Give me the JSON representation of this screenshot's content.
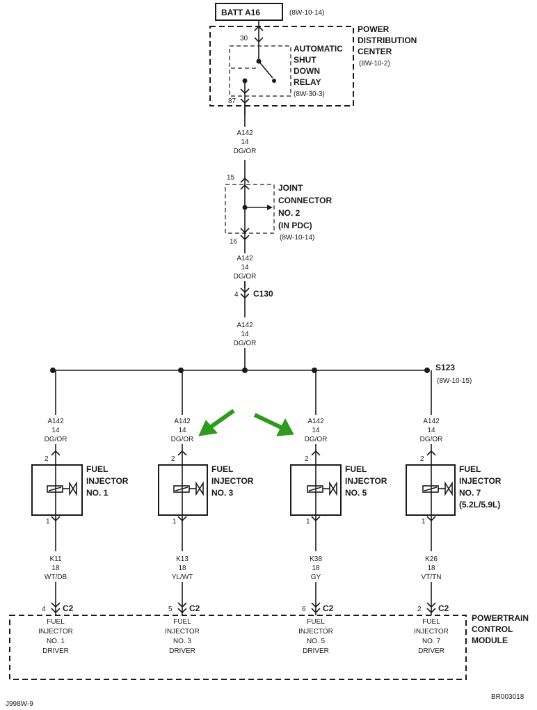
{
  "top": {
    "batt_label": "BATT A16",
    "batt_ref": "(8W-10-14)",
    "pdc_title": [
      "POWER",
      "DISTRIBUTION",
      "CENTER"
    ],
    "pdc_ref": "(8W-10-2)",
    "relay_title": [
      "AUTOMATIC",
      "SHUT",
      "DOWN",
      "RELAY"
    ],
    "relay_ref": "(8W-30-3)",
    "pin_in": "30",
    "pin_out": "87"
  },
  "wire_main": {
    "circuit": "A142",
    "gauge": "14",
    "color": "DG/OR"
  },
  "joint": {
    "title": [
      "JOINT",
      "CONNECTOR",
      "NO. 2",
      "(IN PDC)"
    ],
    "ref": "(8W-10-14)",
    "pin_in": "15",
    "pin_out": "16"
  },
  "c130": {
    "pin": "4",
    "label": "C130"
  },
  "splice": {
    "label": "S123",
    "ref": "(8W-10-15)"
  },
  "injectors": [
    {
      "title": [
        "FUEL",
        "INJECTOR",
        "NO. 1"
      ],
      "pin_top": "2",
      "pin_bottom": "1",
      "out_wire": {
        "circuit": "K11",
        "gauge": "18",
        "color": "WT/DB"
      },
      "c2_pin": "4",
      "c2": "C2",
      "driver": [
        "FUEL",
        "INJECTOR",
        "NO. 1",
        "DRIVER"
      ]
    },
    {
      "title": [
        "FUEL",
        "INJECTOR",
        "NO. 3"
      ],
      "pin_top": "2",
      "pin_bottom": "1",
      "out_wire": {
        "circuit": "K13",
        "gauge": "18",
        "color": "YL/WT"
      },
      "c2_pin": "5",
      "c2": "C2",
      "driver": [
        "FUEL",
        "INJECTOR",
        "NO. 3",
        "DRIVER"
      ]
    },
    {
      "title": [
        "FUEL",
        "INJECTOR",
        "NO. 5"
      ],
      "pin_top": "2",
      "pin_bottom": "1",
      "out_wire": {
        "circuit": "K38",
        "gauge": "18",
        "color": "GY"
      },
      "c2_pin": "6",
      "c2": "C2",
      "driver": [
        "FUEL",
        "INJECTOR",
        "NO. 5",
        "DRIVER"
      ]
    },
    {
      "title": [
        "FUEL",
        "INJECTOR",
        "NO. 7",
        "(5.2L/5.9L)"
      ],
      "pin_top": "2",
      "pin_bottom": "1",
      "out_wire": {
        "circuit": "K26",
        "gauge": "18",
        "color": "VT/TN"
      },
      "c2_pin": "2",
      "c2": "C2",
      "driver": [
        "FUEL",
        "INJECTOR",
        "NO. 7",
        "DRIVER"
      ]
    }
  ],
  "pcm": {
    "title": [
      "POWERTRAIN",
      "CONTROL",
      "MODULE"
    ]
  },
  "footer": {
    "left": "J998W-9",
    "right": "BR003018"
  },
  "colors": {
    "highlight_arrow": "#2e9a1e",
    "ink": "#1a1a1a"
  }
}
